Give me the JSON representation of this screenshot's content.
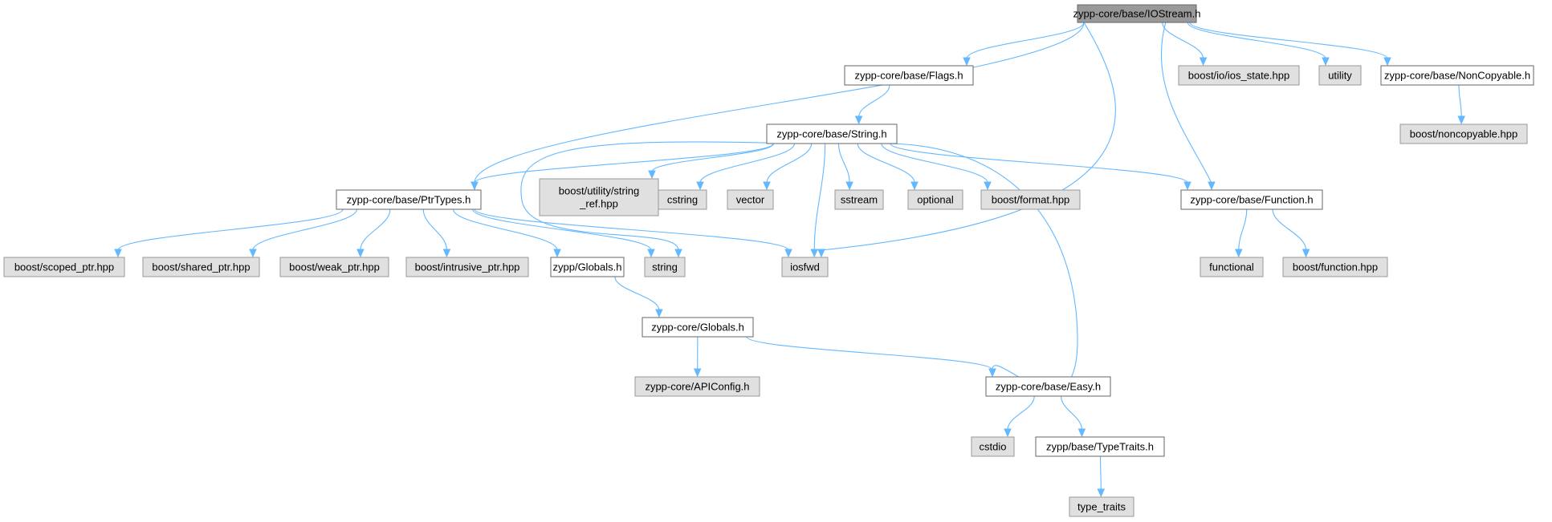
{
  "colors": {
    "root_fill": "#999999",
    "root_stroke": "#666666",
    "doc_fill": "#ffffff",
    "doc_stroke": "#666666",
    "external_fill": "#e0e0e0",
    "external_stroke": "#999999",
    "edge": "#63b8ff"
  },
  "nodes": [
    {
      "id": "iostream",
      "kind": "root",
      "lines": [
        "zypp-core/base/IOStream.h"
      ]
    },
    {
      "id": "flags",
      "kind": "doc",
      "lines": [
        "zypp-core/base/Flags.h"
      ]
    },
    {
      "id": "ios_state",
      "kind": "external",
      "lines": [
        "boost/io/ios_state.hpp"
      ]
    },
    {
      "id": "utility",
      "kind": "external",
      "lines": [
        "utility"
      ]
    },
    {
      "id": "noncopyable_h",
      "kind": "doc",
      "lines": [
        "zypp-core/base/NonCopyable.h"
      ]
    },
    {
      "id": "noncopyable_hpp",
      "kind": "external",
      "lines": [
        "boost/noncopyable.hpp"
      ]
    },
    {
      "id": "string_h",
      "kind": "doc",
      "lines": [
        "zypp-core/base/String.h"
      ]
    },
    {
      "id": "ptrtypes",
      "kind": "doc",
      "lines": [
        "zypp-core/base/PtrTypes.h"
      ]
    },
    {
      "id": "string_ref",
      "kind": "external",
      "lines": [
        "boost/utility/string",
        "_ref.hpp"
      ]
    },
    {
      "id": "cstring",
      "kind": "external",
      "lines": [
        "cstring"
      ]
    },
    {
      "id": "vector",
      "kind": "external",
      "lines": [
        "vector"
      ]
    },
    {
      "id": "sstream",
      "kind": "external",
      "lines": [
        "sstream"
      ]
    },
    {
      "id": "optional",
      "kind": "external",
      "lines": [
        "optional"
      ]
    },
    {
      "id": "format",
      "kind": "external",
      "lines": [
        "boost/format.hpp"
      ]
    },
    {
      "id": "function_h",
      "kind": "doc",
      "lines": [
        "zypp-core/base/Function.h"
      ]
    },
    {
      "id": "scoped_ptr",
      "kind": "external",
      "lines": [
        "boost/scoped_ptr.hpp"
      ]
    },
    {
      "id": "shared_ptr",
      "kind": "external",
      "lines": [
        "boost/shared_ptr.hpp"
      ]
    },
    {
      "id": "weak_ptr",
      "kind": "external",
      "lines": [
        "boost/weak_ptr.hpp"
      ]
    },
    {
      "id": "intrusive_ptr",
      "kind": "external",
      "lines": [
        "boost/intrusive_ptr.hpp"
      ]
    },
    {
      "id": "zypp_globals",
      "kind": "doc",
      "lines": [
        "zypp/Globals.h"
      ]
    },
    {
      "id": "string",
      "kind": "external",
      "lines": [
        "string"
      ]
    },
    {
      "id": "iosfwd",
      "kind": "external",
      "lines": [
        "iosfwd"
      ]
    },
    {
      "id": "functional",
      "kind": "external",
      "lines": [
        "functional"
      ]
    },
    {
      "id": "function_hpp",
      "kind": "external",
      "lines": [
        "boost/function.hpp"
      ]
    },
    {
      "id": "core_globals",
      "kind": "doc",
      "lines": [
        "zypp-core/Globals.h"
      ]
    },
    {
      "id": "apiconfig",
      "kind": "external",
      "lines": [
        "zypp-core/APIConfig.h"
      ]
    },
    {
      "id": "easy",
      "kind": "doc",
      "lines": [
        "zypp-core/base/Easy.h"
      ]
    },
    {
      "id": "cstdio",
      "kind": "external",
      "lines": [
        "cstdio"
      ]
    },
    {
      "id": "typetraits_h",
      "kind": "doc",
      "lines": [
        "zypp/base/TypeTraits.h"
      ]
    },
    {
      "id": "type_traits",
      "kind": "external",
      "lines": [
        "type_traits"
      ]
    }
  ],
  "edges": [
    {
      "from": "iostream",
      "to": "flags"
    },
    {
      "from": "iostream",
      "to": "ios_state"
    },
    {
      "from": "iostream",
      "to": "utility"
    },
    {
      "from": "iostream",
      "to": "noncopyable_h"
    },
    {
      "from": "iostream",
      "to": "ptrtypes"
    },
    {
      "from": "iostream",
      "to": "iosfwd"
    },
    {
      "from": "iostream",
      "to": "function_h"
    },
    {
      "from": "noncopyable_h",
      "to": "noncopyable_hpp"
    },
    {
      "from": "flags",
      "to": "string_h"
    },
    {
      "from": "string_h",
      "to": "ptrtypes"
    },
    {
      "from": "string_h",
      "to": "string_ref"
    },
    {
      "from": "string_h",
      "to": "cstring"
    },
    {
      "from": "string_h",
      "to": "vector"
    },
    {
      "from": "string_h",
      "to": "sstream"
    },
    {
      "from": "string_h",
      "to": "optional"
    },
    {
      "from": "string_h",
      "to": "format"
    },
    {
      "from": "string_h",
      "to": "function_h"
    },
    {
      "from": "string_h",
      "to": "iosfwd"
    },
    {
      "from": "string_h",
      "to": "string"
    },
    {
      "from": "string_h",
      "to": "easy"
    },
    {
      "from": "ptrtypes",
      "to": "scoped_ptr"
    },
    {
      "from": "ptrtypes",
      "to": "shared_ptr"
    },
    {
      "from": "ptrtypes",
      "to": "weak_ptr"
    },
    {
      "from": "ptrtypes",
      "to": "intrusive_ptr"
    },
    {
      "from": "ptrtypes",
      "to": "zypp_globals"
    },
    {
      "from": "ptrtypes",
      "to": "string"
    },
    {
      "from": "ptrtypes",
      "to": "iosfwd"
    },
    {
      "from": "function_h",
      "to": "functional"
    },
    {
      "from": "function_h",
      "to": "function_hpp"
    },
    {
      "from": "zypp_globals",
      "to": "core_globals"
    },
    {
      "from": "core_globals",
      "to": "apiconfig"
    },
    {
      "from": "core_globals",
      "to": "easy"
    },
    {
      "from": "easy",
      "to": "cstdio"
    },
    {
      "from": "easy",
      "to": "typetraits_h"
    },
    {
      "from": "typetraits_h",
      "to": "type_traits"
    }
  ]
}
